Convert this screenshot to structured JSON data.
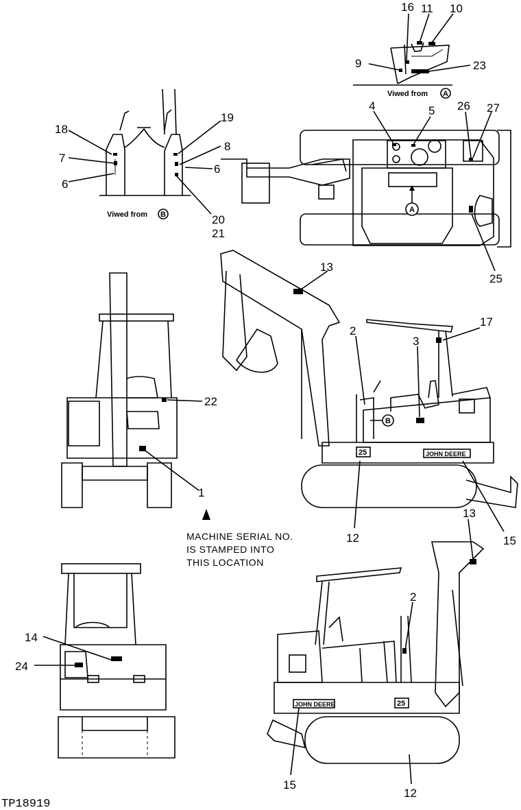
{
  "figure_id": "TP18919",
  "views": {
    "viewed_from_a": "Viwed from",
    "viewed_from_a_mark": "A",
    "viewed_from_b": "Viwed from",
    "viewed_from_b_mark": "B",
    "top_view_mark": "A",
    "side_view_mark": "B"
  },
  "note": {
    "line1": "MACHINE SERIAL NO.",
    "line2": "IS STAMPED INTO",
    "line3": "THIS LOCATION"
  },
  "decals": {
    "brand_side": "JOHN DEERE",
    "brand_side_2": "JOHN DEERE",
    "model_side": "25",
    "model_side_2": "25"
  },
  "callouts": {
    "c1": "1",
    "c2": "2",
    "c2b": "2",
    "c3": "3",
    "c4": "4",
    "c5": "5",
    "c6a": "6",
    "c6b": "6",
    "c7": "7",
    "c8": "8",
    "c9": "9",
    "c10": "10",
    "c11": "11",
    "c12a": "12",
    "c12b": "12",
    "c13a": "13",
    "c13b": "13",
    "c14": "14",
    "c15a": "15",
    "c15b": "15",
    "c16": "16",
    "c17": "17",
    "c18": "18",
    "c19": "19",
    "c20": "20",
    "c21": "21",
    "c22": "22",
    "c23": "23",
    "c24": "24",
    "c25": "25",
    "c26": "26",
    "c27": "27"
  }
}
